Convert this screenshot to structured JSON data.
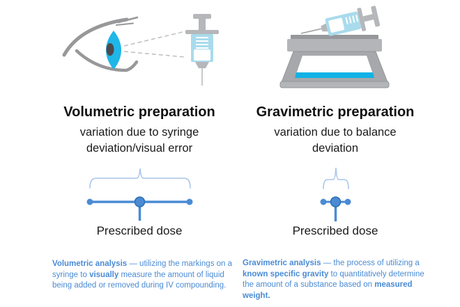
{
  "title": "Volumetric vs Gravimetric preparation comparison",
  "colors": {
    "accent_blue": "#4a8bd4",
    "brace_light_blue": "#a8c6ea",
    "cyan": "#1cb5e8",
    "display_cyan": "#12b2e5",
    "syringe_barrel_blue": "#a9dbec",
    "gray": "#b3b5b8",
    "dark_gray": "#96989b",
    "text_black": "#1a1a1a"
  },
  "left_column": {
    "illustration": "eye observing a syringe (visual measurement)",
    "heading": "Volumetric preparation",
    "subheading_line1": "variation due to syringe",
    "subheading_line2": "deviation/visual error",
    "variation_range": "wide",
    "dose_label": "Prescribed dose",
    "footnote_segments": [
      {
        "text": "Volumetric analysis",
        "bold": true
      },
      {
        "text": " — utilizing the markings on a syringe to ",
        "bold": false
      },
      {
        "text": "visually",
        "bold": true
      },
      {
        "text": " measure the amount of liquid being added or removed during IV compounding.",
        "bold": false
      }
    ]
  },
  "right_column": {
    "illustration": "syringe on a weighing balance (gravimetric measurement)",
    "heading": "Gravimetric preparation",
    "subheading_line1": "variation due to balance",
    "subheading_line2": "deviation",
    "variation_range": "narrow",
    "dose_label": "Prescribed dose",
    "footnote_segments": [
      {
        "text": "Gravimetric analysis",
        "bold": true
      },
      {
        "text": " — the process of utilizing a ",
        "bold": false
      },
      {
        "text": "known specific gravity",
        "bold": true
      },
      {
        "text": " to quantitatively determine the amount of a substance based on ",
        "bold": false
      },
      {
        "text": "measured weight.",
        "bold": true
      }
    ]
  }
}
